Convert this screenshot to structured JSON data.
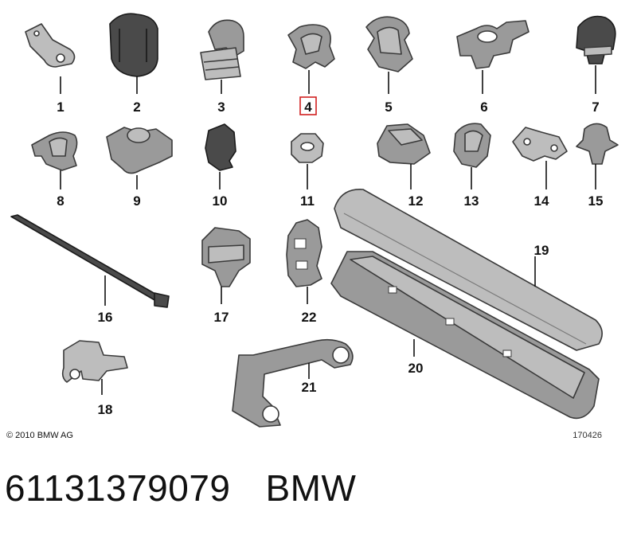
{
  "diagram": {
    "parts": [
      {
        "number": "1",
        "highlighted": false
      },
      {
        "number": "2",
        "highlighted": false
      },
      {
        "number": "3",
        "highlighted": false
      },
      {
        "number": "4",
        "highlighted": true
      },
      {
        "number": "5",
        "highlighted": false
      },
      {
        "number": "6",
        "highlighted": false
      },
      {
        "number": "7",
        "highlighted": false
      },
      {
        "number": "8",
        "highlighted": false
      },
      {
        "number": "9",
        "highlighted": false
      },
      {
        "number": "10",
        "highlighted": false
      },
      {
        "number": "11",
        "highlighted": false
      },
      {
        "number": "12",
        "highlighted": false
      },
      {
        "number": "13",
        "highlighted": false
      },
      {
        "number": "14",
        "highlighted": false
      },
      {
        "number": "15",
        "highlighted": false
      },
      {
        "number": "16",
        "highlighted": false
      },
      {
        "number": "17",
        "highlighted": false
      },
      {
        "number": "18",
        "highlighted": false
      },
      {
        "number": "19",
        "highlighted": false
      },
      {
        "number": "20",
        "highlighted": false
      },
      {
        "number": "21",
        "highlighted": false
      },
      {
        "number": "22",
        "highlighted": false
      }
    ],
    "highlight_color": "#d01f1f",
    "copyright": "© 2010 BMW AG",
    "diagram_code": "170426"
  },
  "footer": {
    "part_number": "61131379079",
    "brand": "BMW"
  }
}
